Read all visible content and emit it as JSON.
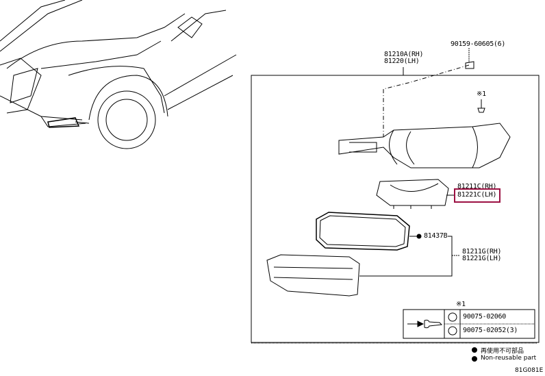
{
  "labels": {
    "bolt": "90159-60605(6)",
    "lamp_assy_rh": "81210A(RH)",
    "lamp_assy_lh": "81220(LH)",
    "ref_mark_top": "※1",
    "unit_rh": "81211C(RH)",
    "unit_lh": "81221C(LH)",
    "gasket": "81437B",
    "cover_rh": "81211G(RH)",
    "cover_lh": "81221G(LH)",
    "ref_mark_table": "※1"
  },
  "fastener_table": [
    {
      "part": "90075-02060"
    },
    {
      "part": "90075-02052(3)"
    }
  ],
  "legend": {
    "jp": "再使用不可部品",
    "en": "Non-reusable part"
  },
  "diagram_id": "81G081E",
  "highlight_color": "#9b1042"
}
